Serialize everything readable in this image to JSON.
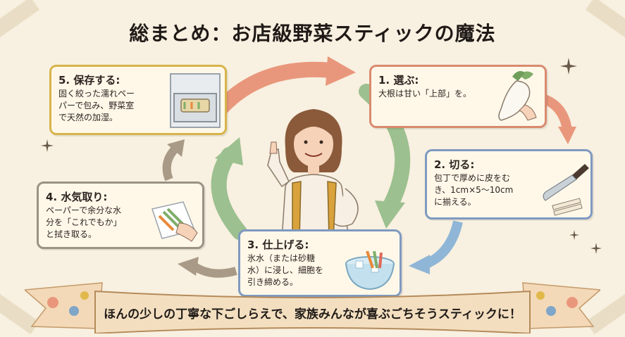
{
  "title": "総まとめ：お店級野菜スティックの魔法",
  "steps": {
    "s1": {
      "heading": "1. 選ぶ:",
      "text": "大根は甘い「上部」を。"
    },
    "s2": {
      "heading": "2. 切る:",
      "text": "包丁で厚めに皮をむ\nき、1cm×5〜10cm\nに揃える。"
    },
    "s3": {
      "heading": "3. 仕上げる:",
      "text": "氷水（または砂糖\n水）に浸し、細胞を\n引き締める。"
    },
    "s4": {
      "heading": "4. 水気取り:",
      "text": "ペーパーで余分な水\n分を「これでもか」\nと拭き取る。"
    },
    "s5": {
      "heading": "5. 保存する:",
      "text": "固く絞った濡れペー\nパーで包み、野菜室\nで天然の加湿。"
    }
  },
  "banner": "ほんの少しの丁寧な下ごしらえで、家族みんなが喜ぶごちそうスティックに！",
  "colors": {
    "bg": "#f8f0e0",
    "coral": "#e9977c",
    "green": "#9cc08f",
    "blue": "#8fb6d6",
    "brown": "#a89a86",
    "yellow": "#d7b44a"
  },
  "icons": [
    "sparkle-icon",
    "daikon-icon",
    "knife-icon",
    "ice-bowl-icon",
    "paper-towel-icon",
    "fridge-drawer-icon",
    "woman-illustration"
  ]
}
